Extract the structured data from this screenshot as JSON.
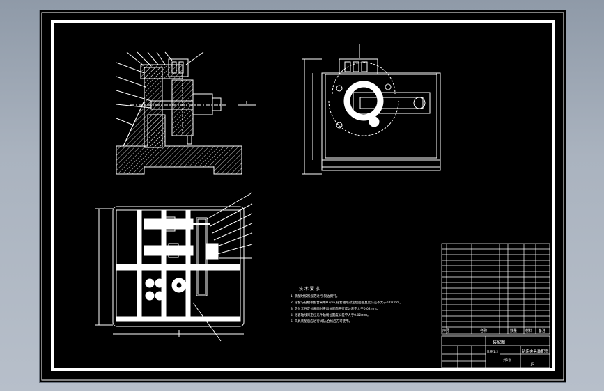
{
  "drawing": {
    "title_block": {
      "name_1": "装配图",
      "name_2": "钻床夹具装配图",
      "label_scale": "比例1:2",
      "sheet": "共1张",
      "code": "JS"
    },
    "parts_header": {
      "no": "序号",
      "name": "名称",
      "qty": "数量",
      "material": "材料",
      "note": "备注"
    },
    "tech_requirements": {
      "heading": "技 术 要 求",
      "lines": [
        "1. 装配时按照规范进行,锐边倒钝。",
        "2. 钻套与钻模板配合采用H7/n6,钻套轴线对定位面垂直度公差不大于0.02mm。",
        "3. 定位元件定位表面对夹具体底面平行度公差不大于0.02mm。",
        "4. 钻套轴线对定位元件轴线位置度公差不大于0.02mm。",
        "5. 夹具装配后应进行试钻,合格后方可使用。"
      ]
    }
  },
  "colors": {
    "background": "#000000",
    "lines": "#ffffff",
    "outer_bg": "#9ea8b5"
  }
}
